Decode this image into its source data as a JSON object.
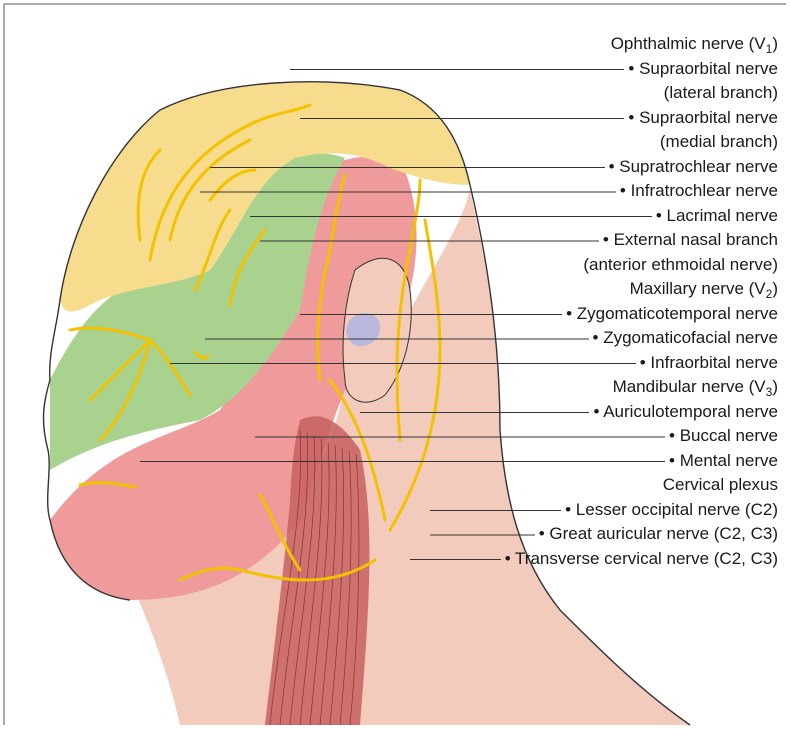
{
  "groups": [
    {
      "header": "Ophthalmic nerve (V",
      "subscript": "1",
      "items": [
        "• Supraorbital nerve",
        "(lateral branch)",
        "• Supraorbital nerve",
        "(medial branch)",
        "• Supratrochlear nerve",
        "• Infratrochlear nerve",
        "• Lacrimal nerve",
        "• External nasal branch",
        "(anterior ethmoidal nerve)"
      ]
    },
    {
      "header": "Maxillary nerve (V",
      "subscript": "2",
      "items": [
        "• Zygomaticotemporal nerve",
        "• Zygomaticofacial nerve",
        "• Infraorbital nerve"
      ]
    },
    {
      "header": "Mandibular nerve (V",
      "subscript": "3",
      "items": [
        "• Auriculotemporal nerve",
        "• Buccal nerve",
        "• Mental nerve"
      ]
    },
    {
      "header": "Cervical plexus",
      "subscript": "",
      "items": [
        "• Lesser occipital nerve (C2)",
        "• Great auricular nerve (C2, C3)",
        "• Transverse cervical nerve (C2, C3)"
      ]
    }
  ],
  "colors": {
    "ophthalmic_zone": "#f8dc8e",
    "maxillary_zone": "#a9d28f",
    "mandibular_zone": "#ef9b9b",
    "cervical_zone": "#f3cbbd",
    "muscle": "#c76060",
    "nerve": "#f2c200",
    "ear_canal": "#b8b8dc",
    "outline": "#333333"
  }
}
